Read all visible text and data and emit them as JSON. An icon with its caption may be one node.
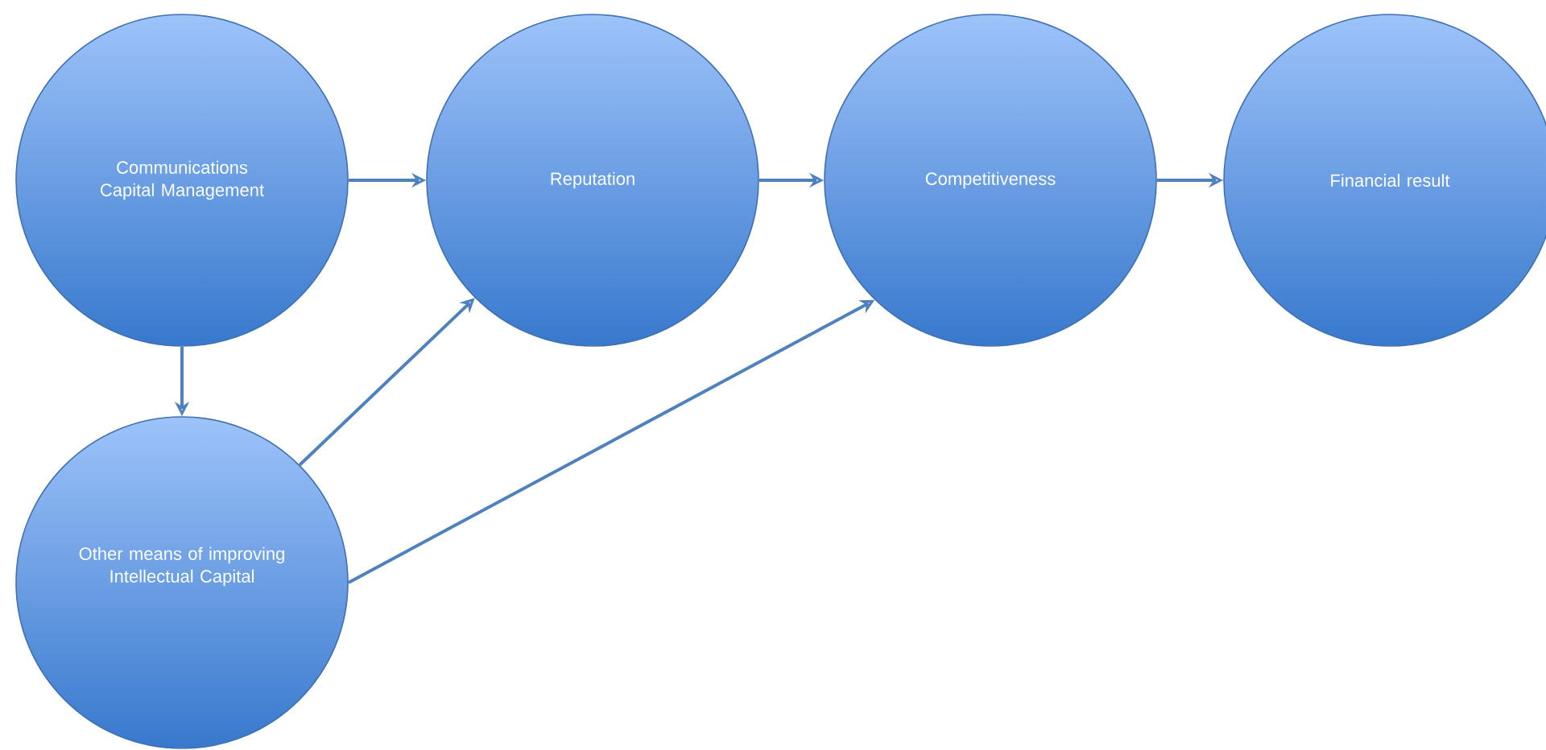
{
  "diagram": {
    "nodes": [
      {
        "text": [
          "Communications Capital Management"
        ]
      },
      {
        "text": [
          "Reputation"
        ]
      },
      {
        "text": [
          "Competitiveness"
        ]
      },
      {
        "text": [
          "Financial result"
        ]
      },
      {
        "text": [
          "Other means of improving Intellectual Capital"
        ]
      }
    ],
    "edges": [
      {
        "from": 0,
        "to": 1,
        "arrow": "to"
      },
      {
        "from": 1,
        "to": 2,
        "arrow": "to"
      },
      {
        "from": 2,
        "to": 3,
        "arrow": "to"
      },
      {
        "from": 0,
        "to": 4,
        "arrow": "to"
      },
      {
        "from": 4,
        "to": 1,
        "arrow": "to"
      },
      {
        "from": 4,
        "to": 2,
        "arrow": "to"
      }
    ]
  }
}
